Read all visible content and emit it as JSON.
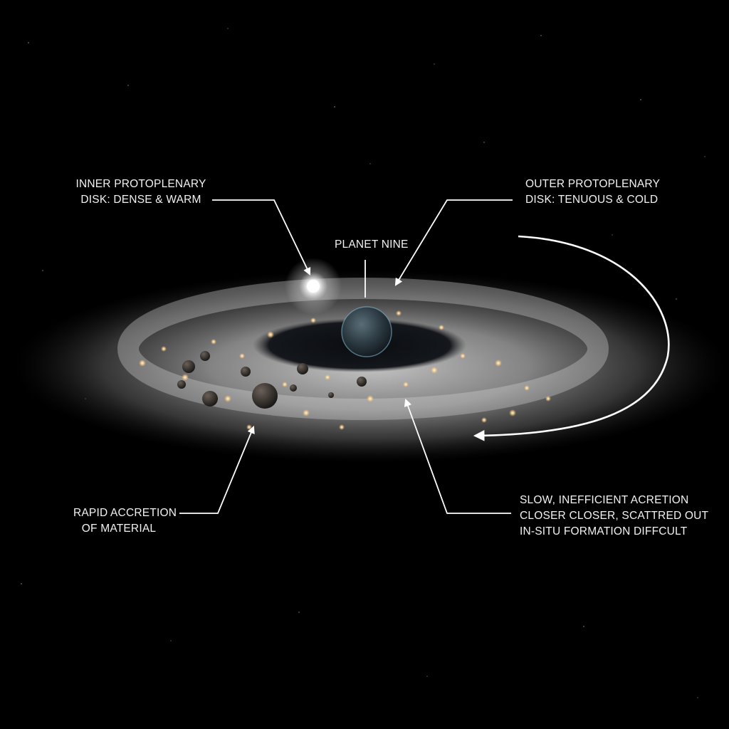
{
  "diagram": {
    "title": "Planet Nine formation in the protoplanetary disk",
    "background_color": "#000000",
    "text_color": "#f2f2f2",
    "disk_color": "#8a8a8a",
    "glow_color": "#ffd99a",
    "labels": {
      "inner_disk": {
        "line1": "INNER PROTOPLENARY",
        "line2": "DISK: DENSE & WARM"
      },
      "outer_disk": {
        "line1": "OUTER PROTOPLENARY",
        "line2": "DISK: TENUOUS & COLD"
      },
      "planet": {
        "text": "PLANET NINE"
      },
      "rapid_accretion": {
        "line1": "RAPID ACCRETION",
        "line2": "OF MATERIAL"
      },
      "slow_accretion": {
        "line1": "SLOW, INEFFICIENT ACRETION",
        "line2": "CLOSER CLOSER, SCATTRED OUT",
        "line3": "IN-SITU FORMATION DIFFCULT"
      }
    },
    "elements": [
      "star-icon",
      "protoplanetary-disk",
      "planet-nine-sphere",
      "planetesimal-rocks",
      "orbit-arrow"
    ]
  }
}
